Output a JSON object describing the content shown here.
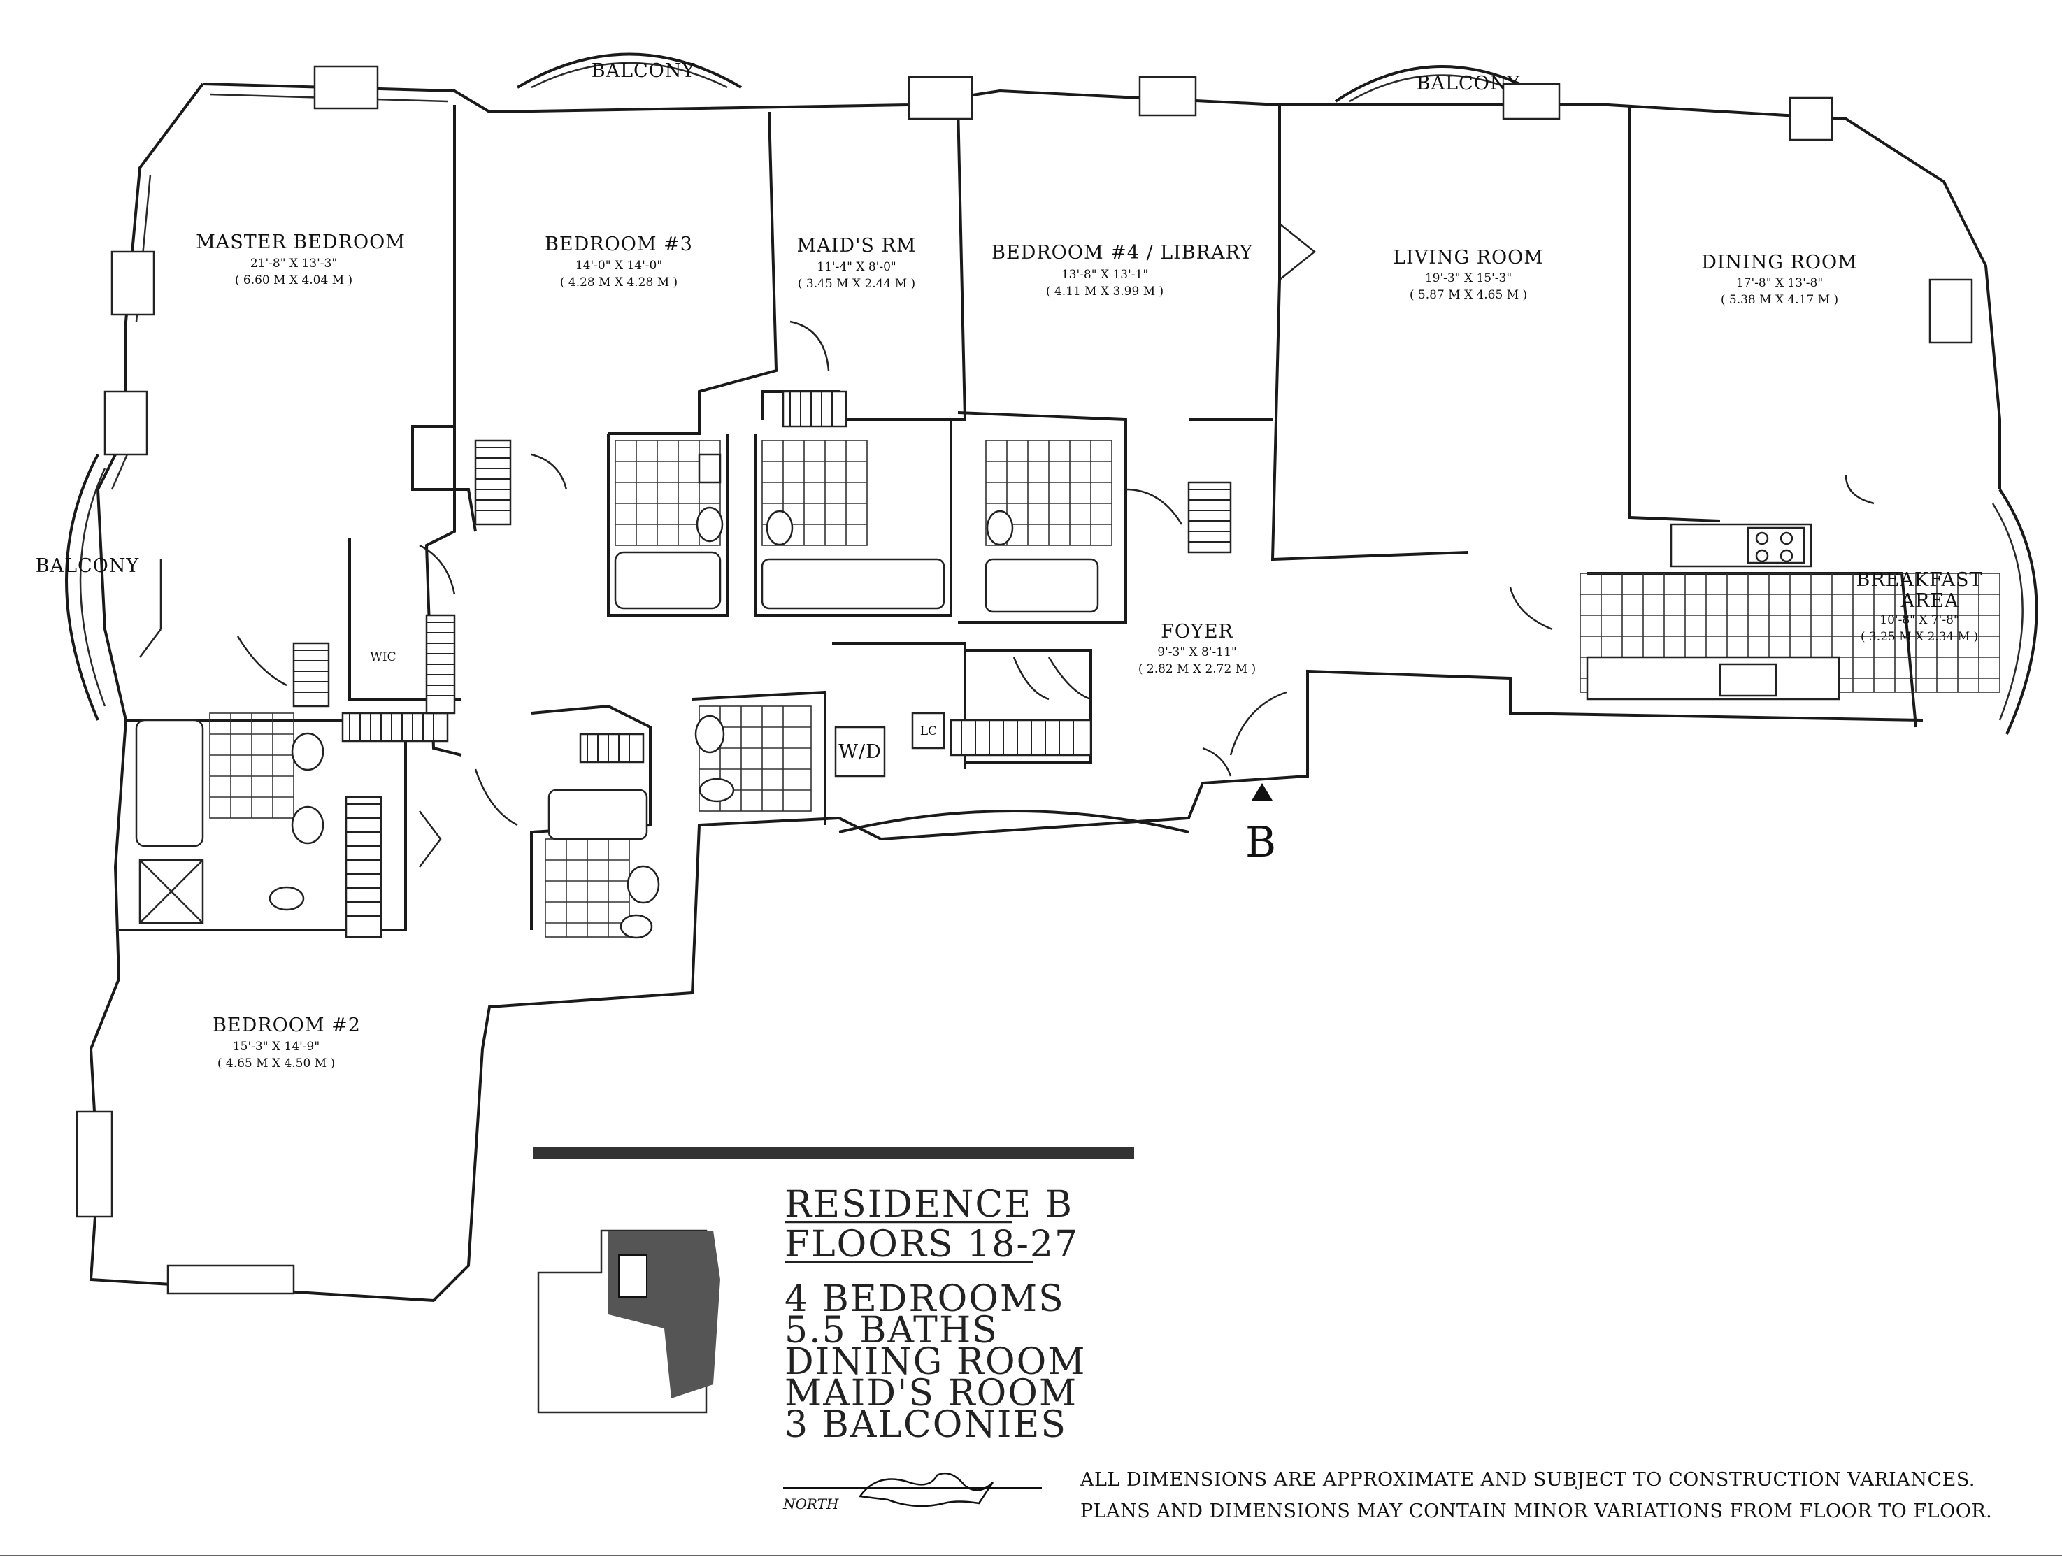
{
  "rooms": {
    "master_bedroom": {
      "name": "MASTER BEDROOM",
      "dim": "21'-8\" X 13'-3\"",
      "dim_m": "( 6.60 M X 4.04 M )"
    },
    "bedroom3": {
      "name": "BEDROOM #3",
      "dim": "14'-0\" X 14'-0\"",
      "dim_m": "( 4.28 M X 4.28 M )"
    },
    "maids_rm": {
      "name": "MAID'S RM",
      "dim": "11'-4\" X 8'-0\"",
      "dim_m": "( 3.45 M X 2.44 M )"
    },
    "bedroom4": {
      "name": "BEDROOM #4 / LIBRARY",
      "dim": "13'-8\" X 13'-1\"",
      "dim_m": "( 4.11 M X 3.99 M )"
    },
    "living_room": {
      "name": "LIVING ROOM",
      "dim": "19'-3\" X 15'-3\"",
      "dim_m": "( 5.87 M X 4.65 M )"
    },
    "dining_room": {
      "name": "DINING ROOM",
      "dim": "17'-8\" X 13'-8\"",
      "dim_m": "( 5.38 M X 4.17 M )"
    },
    "breakfast": {
      "name": "BREAKFAST",
      "name2": "AREA",
      "dim": "10'-8\" X 7'-8\"",
      "dim_m": "( 3.25 M X 2.34 M )"
    },
    "foyer": {
      "name": "FOYER",
      "dim": "9'-3\" X 8'-11\"",
      "dim_m": "( 2.82 M X 2.72 M )"
    },
    "bedroom2": {
      "name": "BEDROOM #2",
      "dim": "15'-3\" X 14'-9\"",
      "dim_m": "( 4.65 M X 4.50 M )"
    }
  },
  "labels": {
    "balcony": "BALCONY",
    "wic": "WIC",
    "wd": "W/D",
    "lc": "LC",
    "unit_letter": "B"
  },
  "info": {
    "residence": "RESIDENCE B",
    "floors": "FLOORS 18-27",
    "features": [
      "4 BEDROOMS",
      "5.5 BATHS",
      "DINING ROOM",
      "MAID'S ROOM",
      "3 BALCONIES"
    ]
  },
  "north_label": "NORTH",
  "disclaimer": [
    "ALL DIMENSIONS ARE APPROXIMATE AND SUBJECT TO CONSTRUCTION VARIANCES.",
    "PLANS AND DIMENSIONS MAY CONTAIN MINOR VARIATIONS FROM FLOOR TO FLOOR."
  ]
}
